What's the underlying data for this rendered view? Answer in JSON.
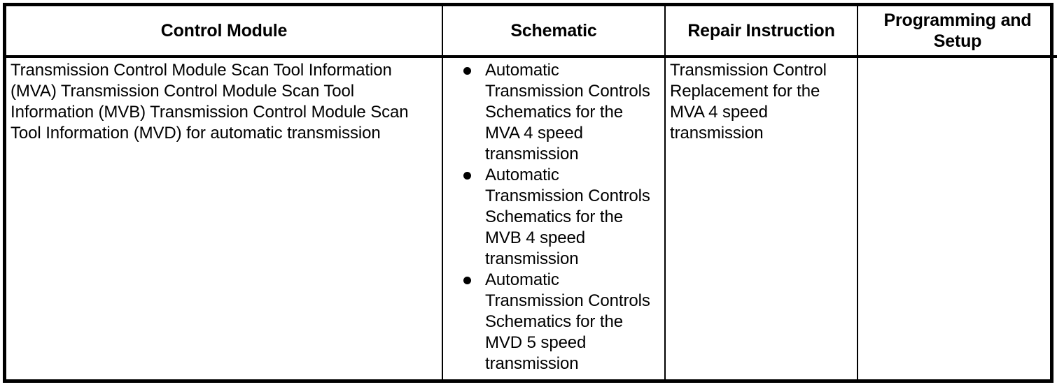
{
  "table": {
    "columns": [
      {
        "id": "control-module",
        "header": "Control Module"
      },
      {
        "id": "schematic",
        "header": "Schematic"
      },
      {
        "id": "repair-instruction",
        "header": "Repair Instruction"
      },
      {
        "id": "programming-and-setup",
        "header": "Programming and\nSetup"
      }
    ],
    "rows": [
      {
        "control_module": "Transmission Control Module Scan Tool Information (MVA) Transmission Control Module Scan Tool Information (MVB) Transmission Control Module Scan Tool Information (MVD) for automatic transmission",
        "schematic_bullets": [
          "Automatic\nTransmission Controls\nSchematics for the\nMVA 4 speed\ntransmission",
          "Automatic\nTransmission Controls\nSchematics for the\nMVB 4 speed\ntransmission",
          "Automatic\nTransmission Controls\nSchematics for the\nMVD 5 speed\ntransmission"
        ],
        "repair_instruction": "Transmission Control Replacement for the MVA 4 speed transmission",
        "programming_and_setup": ""
      }
    ]
  },
  "style": {
    "border_color": "#000000",
    "text_color": "#000000",
    "background": "#ffffff",
    "bullet_glyph": "bullet-filled-circle"
  }
}
